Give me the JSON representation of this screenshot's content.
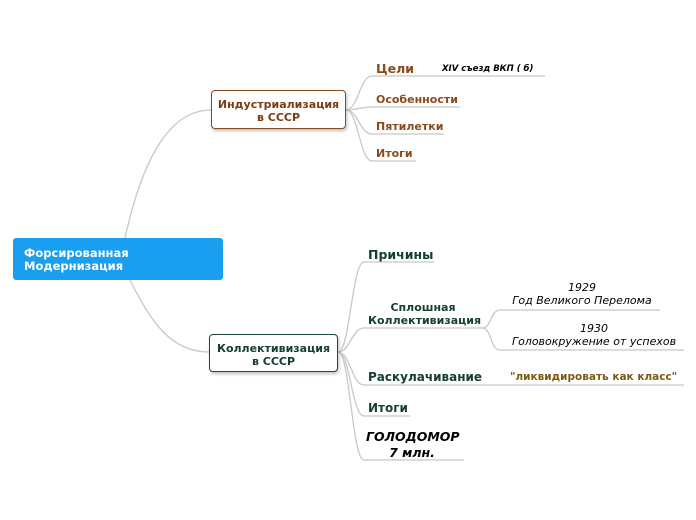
{
  "root": {
    "label": "Форсированная\nМодернизация"
  },
  "industrialization": {
    "label": "Индустриализация\nв СССР",
    "children": [
      "Цели",
      "Особенности",
      "Пятилетки",
      "Итоги"
    ],
    "goal_note": "XIV съезд ВКП ( б)"
  },
  "collectivization": {
    "label": "Коллективизация\nв СССР",
    "causes": "Причины",
    "mass": "Сплошная\nКоллективизация",
    "mass_notes": [
      "1929\nГод Великого Перелома",
      "1930\nГоловокружение от успехов"
    ],
    "dekulak": "Раскулачивание",
    "dekulak_note": "\"ликвидировать как класс\"",
    "results": "Итоги",
    "famine": "ГОЛОДОМОР\n7 млн."
  },
  "colors": {
    "root": "#1a9ef0",
    "industrialization": "#8a4a1e",
    "collectivization": "#15402b",
    "connector": "#c8c8c8"
  }
}
